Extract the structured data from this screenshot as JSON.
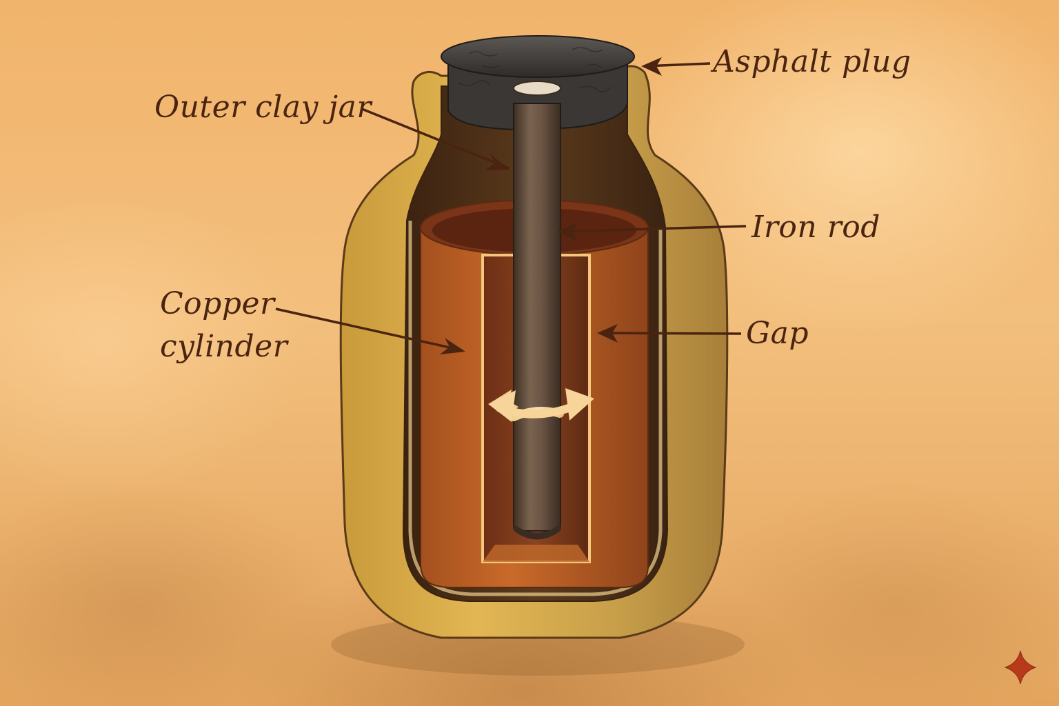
{
  "diagram": {
    "subject": "Cutaway illustration of an ancient clay-jar battery",
    "labels": {
      "asphalt_plug": "Asphalt plug",
      "outer_clay_jar": "Outer clay jar",
      "iron_rod": "Iron rod",
      "copper_cylinder_line1": "Copper",
      "copper_cylinder_line2": "cylinder",
      "gap": "Gap"
    },
    "components": [
      {
        "name": "Asphalt plug",
        "color": "#3d3a37"
      },
      {
        "name": "Outer clay jar",
        "color": "#d7a83e"
      },
      {
        "name": "Iron rod",
        "color": "#6b5646"
      },
      {
        "name": "Copper cylinder",
        "color": "#b45a22"
      },
      {
        "name": "Gap",
        "indicator": "double-headed curved arrow between rod and cylinder"
      }
    ],
    "corner_mark": {
      "icon": "four-point-star-icon",
      "color": "#b83a1a"
    },
    "colors": {
      "paper": "#f2b86e",
      "ink": "#4a2410",
      "arrow_gap": "#f6d49a"
    }
  }
}
